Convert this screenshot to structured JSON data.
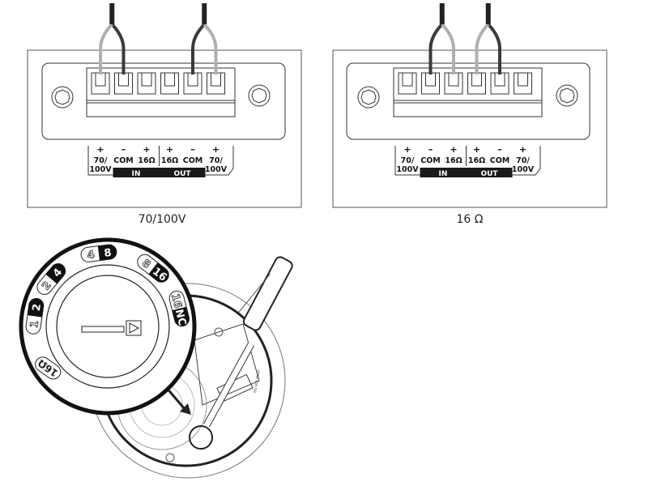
{
  "panels": [
    {
      "caption": "70/100V",
      "wired_terminals": [
        0,
        1,
        4,
        5
      ],
      "terminals": [
        {
          "sign": "+",
          "label": "70/\n100V"
        },
        {
          "sign": "–",
          "label": "COM"
        },
        {
          "sign": "+",
          "label": "16Ω"
        },
        {
          "sign": "+",
          "label": "16Ω"
        },
        {
          "sign": "–",
          "label": "COM"
        },
        {
          "sign": "+",
          "label": "70/\n100V"
        }
      ],
      "group_labels": {
        "in": "IN",
        "out": "OUT"
      }
    },
    {
      "caption": "16 Ω",
      "wired_terminals": [
        1,
        2,
        3,
        4
      ],
      "terminals": [
        {
          "sign": "+",
          "label": "70/\n100V"
        },
        {
          "sign": "–",
          "label": "COM"
        },
        {
          "sign": "+",
          "label": "16Ω"
        },
        {
          "sign": "+",
          "label": "16Ω"
        },
        {
          "sign": "–",
          "label": "COM"
        },
        {
          "sign": "+",
          "label": "70/\n100V"
        }
      ],
      "group_labels": {
        "in": "IN",
        "out": "OUT"
      }
    }
  ],
  "tap_selector": {
    "settings": [
      {
        "light": "1",
        "dark": "2"
      },
      {
        "light": "2",
        "dark": "4"
      },
      {
        "light": "4",
        "dark": "8"
      },
      {
        "light": "8",
        "dark": "16"
      },
      {
        "light": "16",
        "dark": "NC"
      }
    ],
    "impedance_label": "16Ω"
  },
  "colors": {
    "line": "#222222",
    "wire_dark": "#3a3a3a",
    "wire_light": "#a9b3ae",
    "panel_bg": "#ffffff"
  }
}
